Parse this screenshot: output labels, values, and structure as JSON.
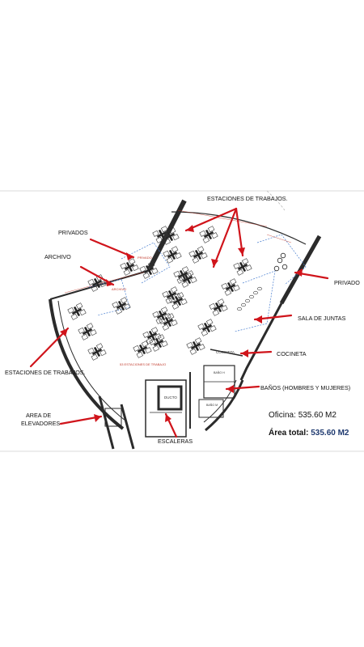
{
  "labels": {
    "estaciones_top": "ESTACIONES DE TRABAJOS.",
    "privados": "PRIVADOS",
    "archivo": "ARCHIVO",
    "privado": "PRIVADO",
    "sala_juntas": "SALA DE JUNTAS",
    "cocineta": "COCINETA",
    "banos": "BAÑOS (HOMBRES Y MUJERES)",
    "estaciones_left": "ESTACIONES DE TRABAJOS.",
    "area_elevadores_1": "AREA DE",
    "area_elevadores_2": "ELEVADORES",
    "escaleras": "ESCALERAS"
  },
  "plan_text": {
    "estaciones_count": "53 ESTACIONES DE TRABAJO",
    "cocineta_tag": "COCINETA",
    "ducto": "DUCTO",
    "privado_tag": "PRIVADO",
    "archivo_tag": "ARCHIVO",
    "bano_h": "BAÑO H",
    "bano_m": "BAÑO M"
  },
  "area": {
    "oficina_label": "Oficina:",
    "oficina_value": "535.60 M2",
    "total_label": "Área total:",
    "total_value": "535.60 M2"
  },
  "colors": {
    "arrow": "#d0141b",
    "wall": "#2b2b2b",
    "total_value": "#1f3a70"
  }
}
